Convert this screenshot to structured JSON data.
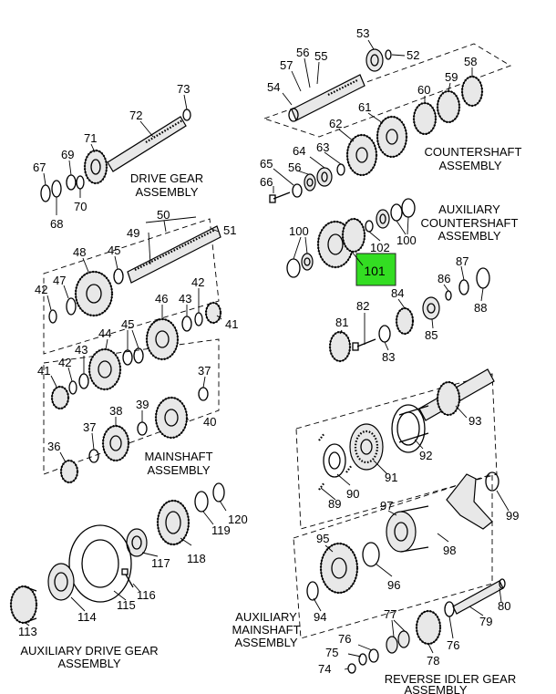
{
  "assemblies": {
    "drive_gear": [
      "DRIVE GEAR",
      "ASSEMBLY"
    ],
    "countershaft": [
      "COUNTERSHAFT",
      "ASSEMBLY"
    ],
    "aux_countershaft": [
      "AUXILIARY",
      "COUNTERSHAFT",
      "ASSEMBLY"
    ],
    "mainshaft": [
      "MAINSHAFT",
      "ASSEMBLY"
    ],
    "aux_mainshaft": [
      "AUXILIARY",
      "MAINSHAFT",
      "ASSEMBLY"
    ],
    "aux_drive_gear": [
      "AUXILIARY DRIVE GEAR",
      "ASSEMBLY"
    ],
    "reverse_idler": [
      "REVERSE IDLER GEAR",
      "ASSEMBLY"
    ]
  },
  "highlight": {
    "label": "101",
    "color": "#33dd22"
  },
  "callouts": {
    "c36": "36",
    "c37a": "37",
    "c37b": "37",
    "c38": "38",
    "c39": "39",
    "c40": "40",
    "c41a": "41",
    "c41b": "41",
    "c42a": "42",
    "c42b": "42",
    "c42c": "42",
    "c43a": "43",
    "c43b": "43",
    "c44": "44",
    "c45a": "45",
    "c45b": "45",
    "c46": "46",
    "c47": "47",
    "c48": "48",
    "c49": "49",
    "c50": "50",
    "c51": "51",
    "c52": "52",
    "c53": "53",
    "c54": "54",
    "c55": "55",
    "c56a": "56",
    "c56b": "56",
    "c57": "57",
    "c58": "58",
    "c59": "59",
    "c60": "60",
    "c61": "61",
    "c62": "62",
    "c63": "63",
    "c64": "64",
    "c65": "65",
    "c66": "66",
    "c67": "67",
    "c68": "68",
    "c69": "69",
    "c70": "70",
    "c71": "71",
    "c72": "72",
    "c73": "73",
    "c74": "74",
    "c75": "75",
    "c76a": "76",
    "c76b": "76",
    "c77": "77",
    "c78": "78",
    "c79": "79",
    "c80": "80",
    "c81": "81",
    "c82": "82",
    "c83": "83",
    "c84": "84",
    "c85": "85",
    "c86": "86",
    "c87": "87",
    "c88": "88",
    "c89": "89",
    "c90": "90",
    "c91": "91",
    "c92": "92",
    "c93": "93",
    "c94": "94",
    "c95": "95",
    "c96": "96",
    "c97": "97",
    "c98": "98",
    "c99": "99",
    "c100a": "100",
    "c100b": "100",
    "c102": "102",
    "c113": "113",
    "c114": "114",
    "c115": "115",
    "c116": "116",
    "c117": "117",
    "c118": "118",
    "c119": "119",
    "c120": "120"
  }
}
